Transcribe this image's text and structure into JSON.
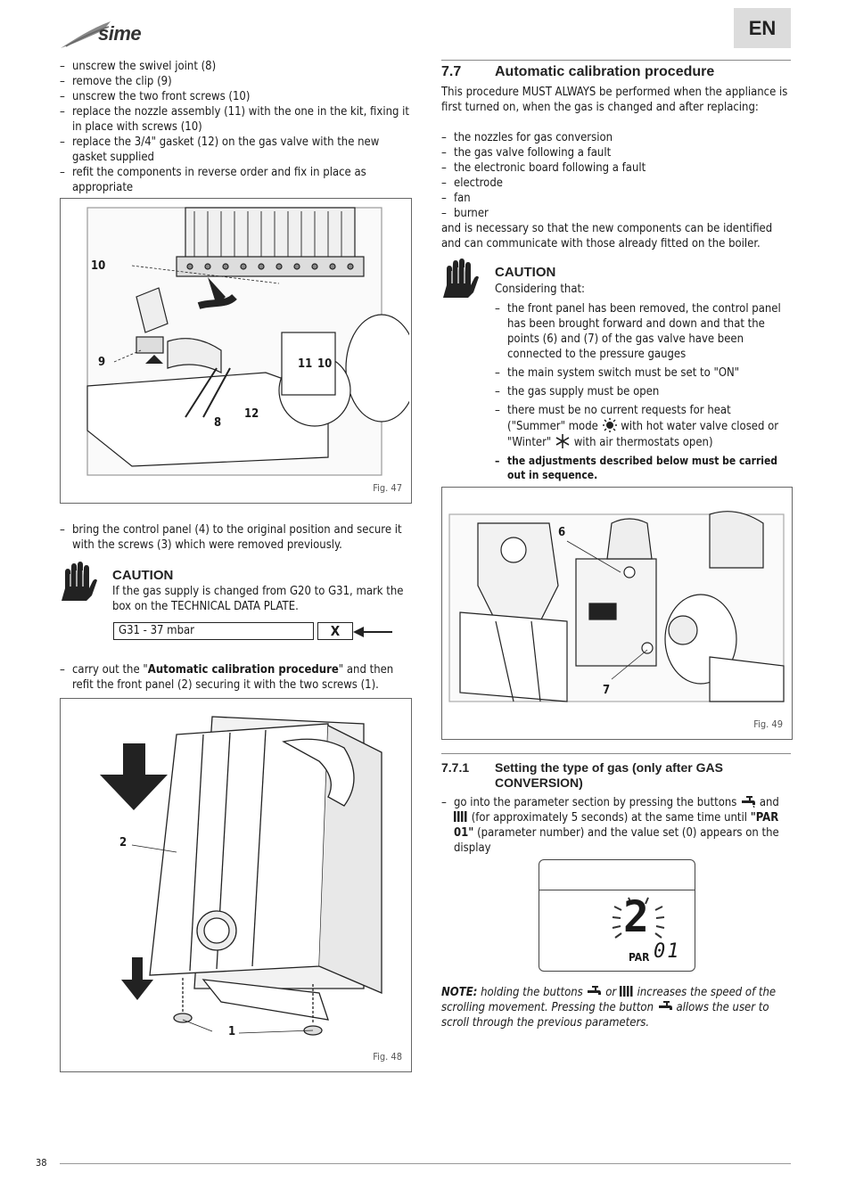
{
  "header": {
    "brand": "sime",
    "lang": "EN"
  },
  "left": {
    "steps1": [
      "unscrew the swivel joint (8)",
      "remove the clip (9)",
      "unscrew the two front screws (10)",
      "replace the nozzle assembly (11) with the one in the kit, fixing it in place with screws (10)",
      "replace the 3/4\" gasket (12) on the gas valve with the new gasket supplied",
      "refit the components in reverse order and fix in place as appropriate"
    ],
    "fig47": {
      "caption": "Fig. 47",
      "labels": {
        "l10a": "10",
        "l9": "9",
        "l11": "11",
        "l10b": "10",
        "l12": "12",
        "l8": "8"
      }
    },
    "step2": "bring the control panel (4) to the original position and secure it with the screws (3) which were removed previously.",
    "caution": {
      "title": "CAUTION",
      "text": "If the gas supply is changed from G20 to G31, mark the box on the TECHNICAL DATA PLATE.",
      "plate_label": "G31 - 37 mbar",
      "plate_mark": "X"
    },
    "step3_pre": "carry out the \"",
    "step3_bold": "Automatic calibration procedure",
    "step3_post": "\" and then refit the front panel (2) securing it with the two screws (1).",
    "fig48": {
      "caption": "Fig. 48",
      "labels": {
        "l2": "2",
        "l1": "1"
      }
    }
  },
  "right": {
    "section": {
      "num": "7.7",
      "title": "Automatic calibration procedure"
    },
    "intro": "This procedure MUST ALWAYS be performed when the appliance is first turned on, when the gas is changed and after replacing:",
    "items": [
      "the nozzles for gas conversion",
      "the gas valve following a fault",
      "the electronic board following a fault",
      "electrode",
      "fan",
      "burner"
    ],
    "outro": "and is necessary so that the new components can be identified and can communicate with those already fitted on the boiler.",
    "caution": {
      "title": "CAUTION",
      "lead": "Considering that:",
      "c1": "the front panel has been removed, the control panel has been brought forward and down and that the points (6) and (7) of the gas valve have been connected to the pressure gauges",
      "c2": "the main system switch must be set to \"ON\"",
      "c3": "the gas supply must be open",
      "c4a": "there must be no current requests for heat (\"Summer\" mode",
      "c4b": "with hot water valve closed or \"Winter\"",
      "c4c": "with air thermostats open)",
      "c5": "the adjustments described below must be carried out in sequence."
    },
    "fig49": {
      "caption": "Fig. 49",
      "labels": {
        "l6": "6",
        "l7": "7"
      }
    },
    "subsection": {
      "num": "7.7.1",
      "title": "Setting the type of gas (only after GAS CONVERSION)"
    },
    "param": {
      "p1": "go into the parameter section by pressing the buttons",
      "p2": "and",
      "p3": "(for approximately 5 seconds) at the same time until",
      "p4": "\"PAR 01\"",
      "p5": "(parameter number) and the value set (0) appears on the display"
    },
    "lcd": {
      "digit": "2",
      "par": "PAR",
      "par_num": "01"
    },
    "note": {
      "label": "NOTE:",
      "n1": "holding the buttons",
      "n2": "or",
      "n3": "increases the speed of the scrolling movement. Pressing the button",
      "n4": "allows the user to scroll through the previous parameters."
    }
  },
  "footer": {
    "page": "38"
  }
}
